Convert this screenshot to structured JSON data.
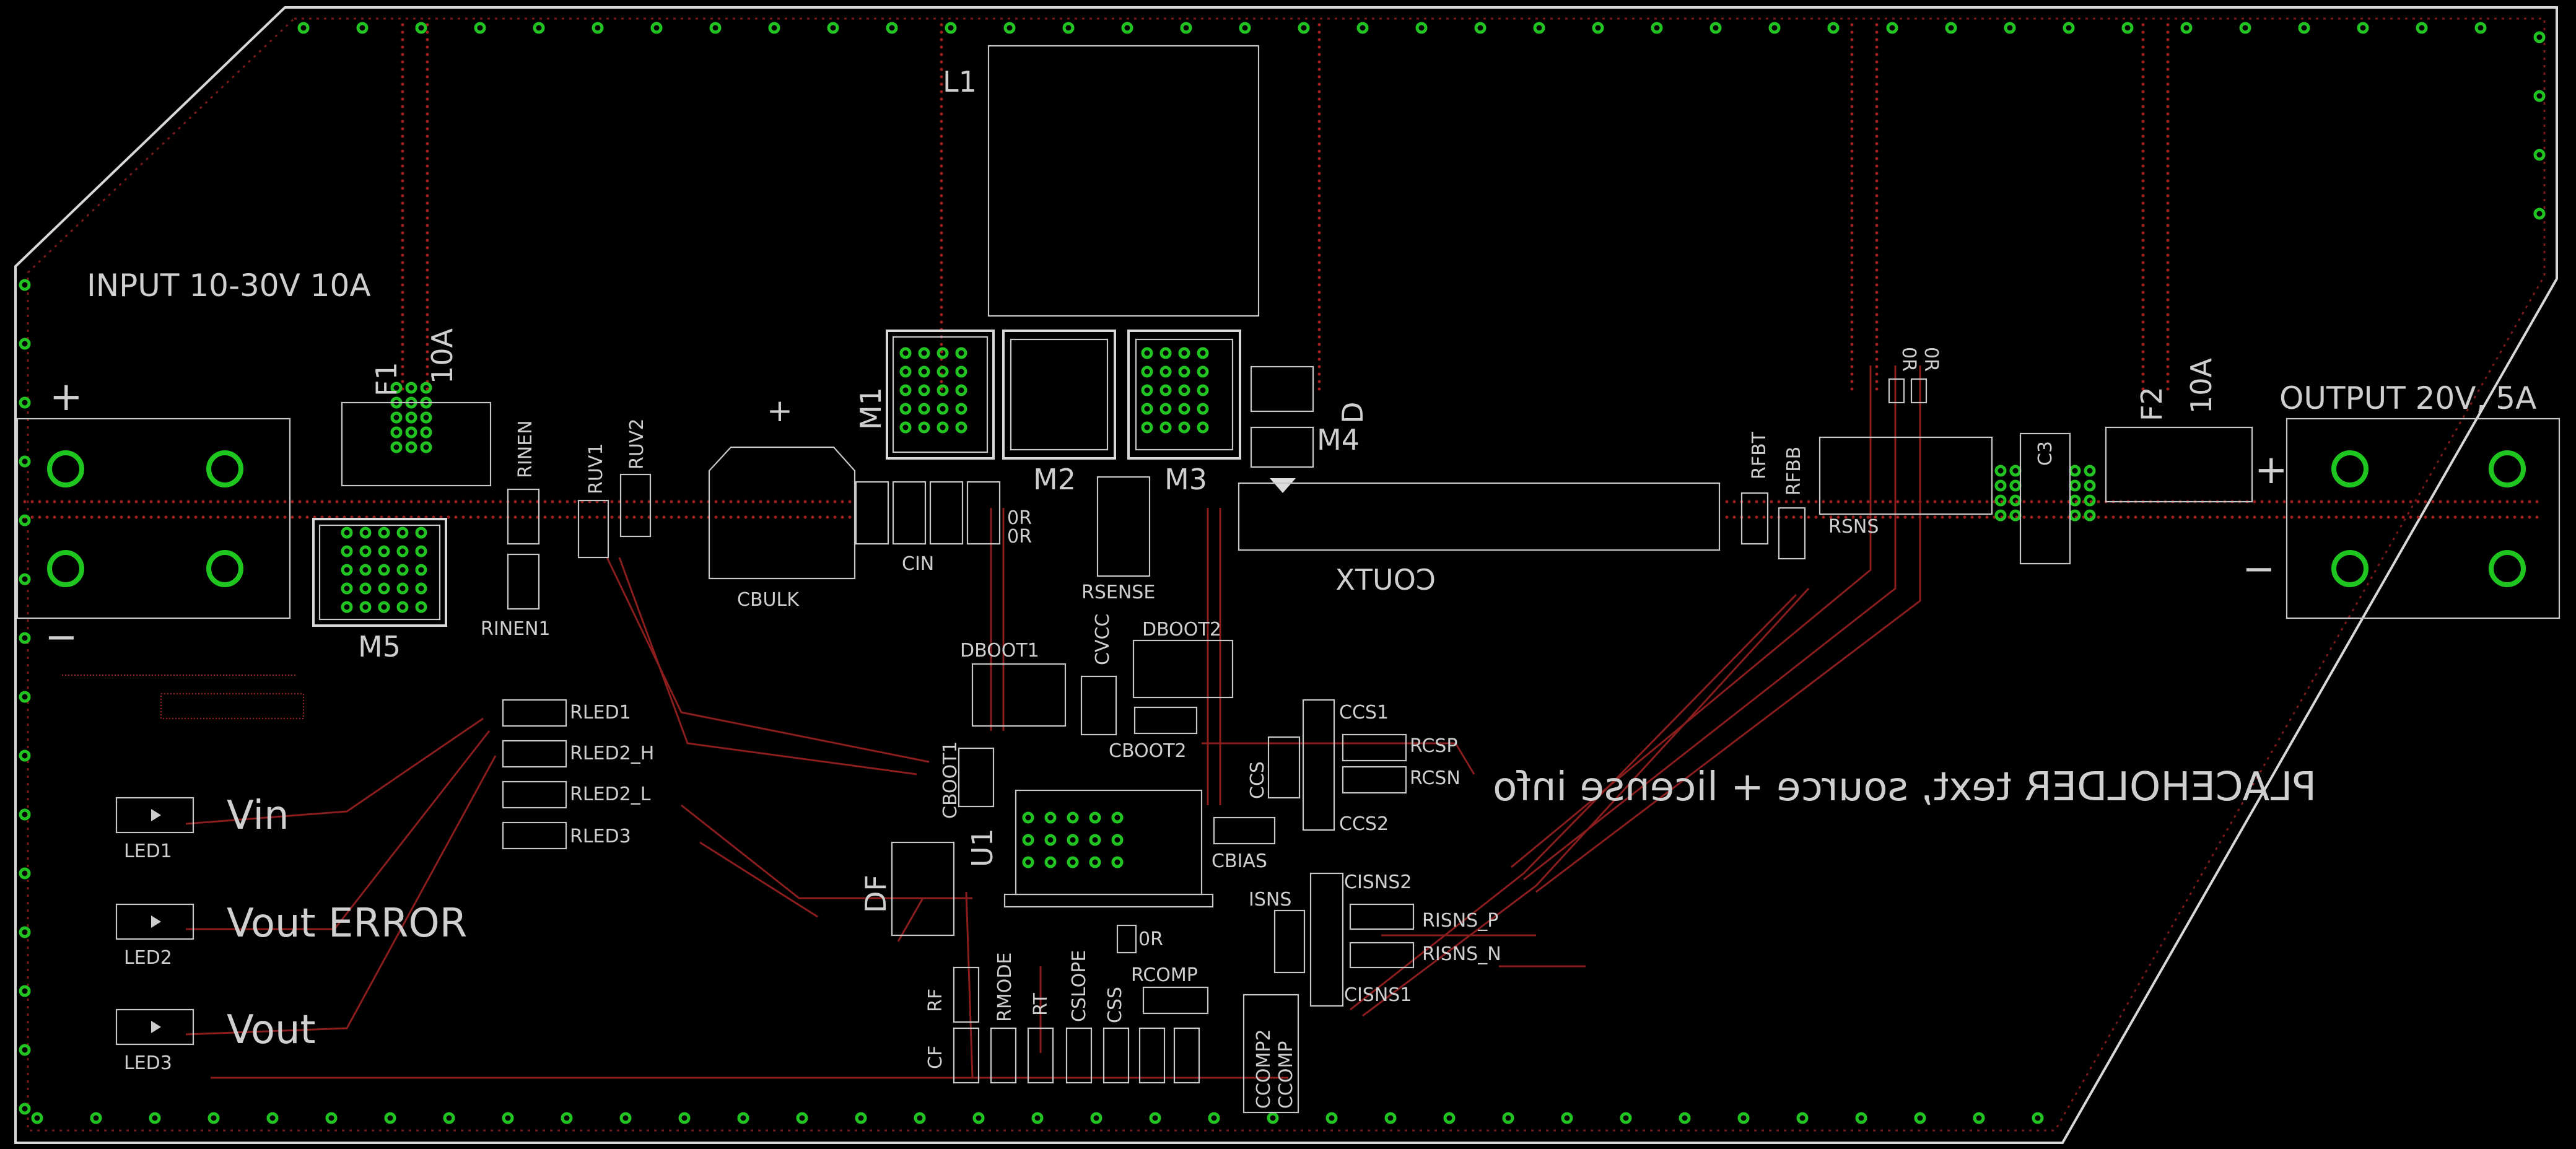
{
  "board": {
    "labels": {
      "input": "INPUT 10-30V 10A",
      "output": "OUTPUT 20V, 5A",
      "plus_in": "+",
      "minus_in": "−",
      "plus_out": "+",
      "minus_out": "−",
      "placeholder_mirrored": "PLACEHOLDER text, source + license info",
      "vin": "Vin",
      "vout_error": "Vout ERROR",
      "vout": "Vout",
      "cbulk_plus": "+",
      "rsns_0r_1": "0R",
      "rsns_0r_2": "0R",
      "m2_0r_1": "0R",
      "m2_0r_2": "0R"
    },
    "components": {
      "L1": "L1",
      "M1": "M1",
      "M2": "M2",
      "M3": "M3",
      "M4": "M4",
      "M5": "M5",
      "D": "D",
      "F1": "F1",
      "F1_rating": "10A",
      "F2": "F2",
      "F2_rating": "10A",
      "RINEN": "RINEN",
      "RINEN1": "RINEN1",
      "RUV1": "RUV1",
      "RUV2": "RUV2",
      "CBULK": "CBULK",
      "CIN": "CIN",
      "RSENSE": "RSENSE",
      "COUT": "COUTX",
      "RFBT": "RFBT",
      "RFBB": "RFBB",
      "RSNS": "RSNS",
      "C3": "C3",
      "RLED1": "RLED1",
      "RLED2_H": "RLED2_H",
      "RLED2_L": "RLED2_L",
      "RLED3": "RLED3",
      "LED1": "LED1",
      "LED2": "LED2",
      "LED3": "LED3",
      "DBOOT1": "DBOOT1",
      "DBOOT2": "DBOOT2",
      "CVCC": "CVCC",
      "CBOOT1": "CBOOT1",
      "CBOOT2": "CBOOT2",
      "CCS": "CCS",
      "CCS1": "CCS1",
      "CCS2": "CCS2",
      "RCSP": "RCSP",
      "RCSN": "RCSN",
      "U1": "U1",
      "CBIAS": "CBIAS",
      "DF": "DF",
      "ISNS": "ISNS",
      "CISNS1": "CISNS1",
      "CISNS2": "CISNS2",
      "RISNS_P": "RISNS_P",
      "RISNS_N": "RISNS_N",
      "RF": "RF",
      "CF": "CF",
      "RMODE": "RMODE",
      "RT": "RT",
      "CSLOPE": "CSLOPE",
      "CSS": "CSS",
      "R0R": "0R",
      "RCOMP": "RCOMP",
      "CCOMP": "CCOMP",
      "CCOMP2": "CCOMP2"
    },
    "colors": {
      "background": "#000000",
      "silkscreen": "#c8c8c8",
      "copper_top": "#8a1d1d",
      "via": "#22c422"
    }
  }
}
